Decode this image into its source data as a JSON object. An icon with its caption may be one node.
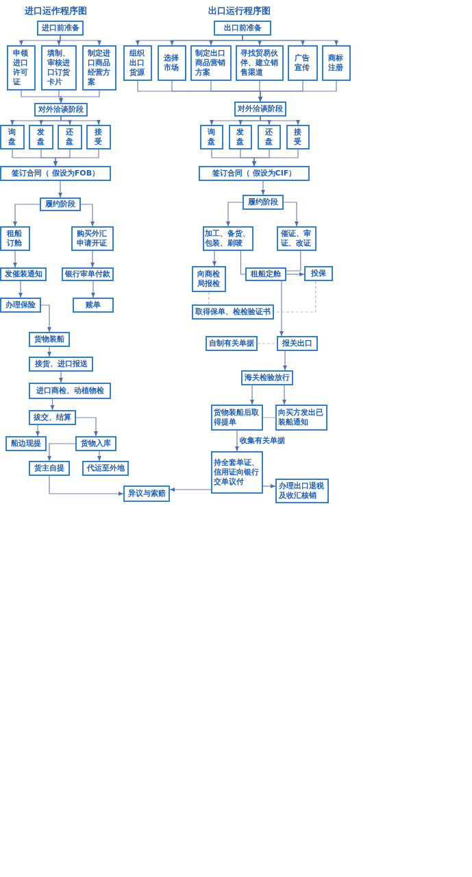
{
  "diagram": {
    "nodes": [
      {
        "text": [
          "进口前准备"
        ]
      },
      {
        "text": [
          "申领进口许可证"
        ]
      },
      {
        "text": [
          "填制、审核进口订货卡片"
        ]
      },
      {
        "text": [
          "制定进口商品经营方案"
        ]
      },
      {
        "text": [
          "对外洽谈阶段"
        ]
      },
      {
        "text": [
          "询盘"
        ]
      },
      {
        "text": [
          "发盘"
        ]
      },
      {
        "text": [
          "还盘"
        ]
      },
      {
        "text": [
          "接受"
        ]
      },
      {
        "text": [
          "签订合同（ 假设为FOB）"
        ]
      },
      {
        "text": [
          "履约阶段"
        ]
      },
      {
        "text": [
          "租船订舱"
        ]
      },
      {
        "text": [
          "购买外汇申请开证"
        ]
      },
      {
        "text": [
          "发催装通知"
        ]
      },
      {
        "text": [
          "银行审单付款"
        ]
      },
      {
        "text": [
          "办理保险"
        ]
      },
      {
        "text": [
          "赎单"
        ]
      },
      {
        "text": [
          "货物装船"
        ]
      },
      {
        "text": [
          "接货、进口报送"
        ]
      },
      {
        "text": [
          "进口商检、动植物检"
        ]
      },
      {
        "text": [
          "拔交、结算"
        ]
      },
      {
        "text": [
          "船边现提"
        ]
      },
      {
        "text": [
          "货物入库"
        ]
      },
      {
        "text": [
          "货主自提"
        ]
      },
      {
        "text": [
          "代运至外地"
        ]
      },
      {
        "text": [
          "异议与索赔"
        ]
      },
      {
        "text": [
          "出口前准备"
        ]
      },
      {
        "text": [
          "组织出口货源"
        ]
      },
      {
        "text": [
          "选择市场"
        ]
      },
      {
        "text": [
          "制定出口商品营销方案"
        ]
      },
      {
        "text": [
          "寻找贸易伙伴、建立销售渠道"
        ]
      },
      {
        "text": [
          "广告宣传"
        ]
      },
      {
        "text": [
          "商标注册"
        ]
      },
      {
        "text": [
          "对外洽谈阶段"
        ]
      },
      {
        "text": [
          "询盘"
        ]
      },
      {
        "text": [
          "发盘"
        ]
      },
      {
        "text": [
          "还盘"
        ]
      },
      {
        "text": [
          "接受"
        ]
      },
      {
        "text": [
          "签订合同（ 假设为CIF）"
        ]
      },
      {
        "text": [
          "履约阶段"
        ]
      },
      {
        "text": [
          "加工、备货、包装、刷唛"
        ]
      },
      {
        "text": [
          "催证、审证、改证"
        ]
      },
      {
        "text": [
          "向商检局报检"
        ]
      },
      {
        "text": [
          "租船定舱"
        ]
      },
      {
        "text": [
          "投保"
        ]
      },
      {
        "text": [
          "取得保单、检检验证书"
        ]
      },
      {
        "text": [
          "自制有关单据"
        ]
      },
      {
        "text": [
          "报关出口"
        ]
      },
      {
        "text": [
          "海关检验放行"
        ]
      },
      {
        "text": [
          "货物装船后取得提单"
        ]
      },
      {
        "text": [
          "向买方发出已装船通知"
        ]
      },
      {
        "text": [
          "持全套单证、信用证向银行交单议付"
        ]
      },
      {
        "text": [
          "办理出口退税及收汇核销"
        ]
      }
    ],
    "edges": [
      {
        "from": 0,
        "to": 1,
        "arrow": "to"
      },
      {
        "from": 0,
        "to": 2,
        "arrow": "to"
      },
      {
        "from": 0,
        "to": 3,
        "arrow": "to"
      },
      {
        "from": 1,
        "to": 4,
        "arrow": "to"
      },
      {
        "from": 2,
        "to": 4,
        "arrow": "to"
      },
      {
        "from": 3,
        "to": 4,
        "arrow": "to"
      },
      {
        "from": 4,
        "to": 5,
        "arrow": "to"
      },
      {
        "from": 4,
        "to": 6,
        "arrow": "to"
      },
      {
        "from": 4,
        "to": 7,
        "arrow": "to"
      },
      {
        "from": 4,
        "to": 8,
        "arrow": "to"
      },
      {
        "from": 5,
        "to": 9,
        "arrow": "to"
      },
      {
        "from": 6,
        "to": 9,
        "arrow": "to"
      },
      {
        "from": 7,
        "to": 9,
        "arrow": "to"
      },
      {
        "from": 8,
        "to": 9,
        "arrow": "to"
      },
      {
        "from": 9,
        "to": 10,
        "arrow": "to"
      },
      {
        "from": 10,
        "to": 11,
        "arrow": "to"
      },
      {
        "from": 10,
        "to": 12,
        "arrow": "to"
      },
      {
        "from": 11,
        "to": 13,
        "arrow": "to"
      },
      {
        "from": 13,
        "to": 15,
        "arrow": "to"
      },
      {
        "from": 12,
        "to": 14,
        "arrow": "to"
      },
      {
        "from": 14,
        "to": 16,
        "arrow": "to"
      },
      {
        "from": 15,
        "to": 17,
        "arrow": "to"
      },
      {
        "from": 17,
        "to": 18,
        "arrow": "to"
      },
      {
        "from": 18,
        "to": 19,
        "arrow": "to"
      },
      {
        "from": 19,
        "to": 20,
        "arrow": "to"
      },
      {
        "from": 20,
        "to": 21,
        "arrow": "to"
      },
      {
        "from": 20,
        "to": 22,
        "arrow": "to"
      },
      {
        "from": 22,
        "to": 23,
        "arrow": "to"
      },
      {
        "from": 22,
        "to": 24,
        "arrow": "to"
      },
      {
        "from": 23,
        "to": 25,
        "arrow": "to"
      },
      {
        "from": 26,
        "to": 27,
        "arrow": "to"
      },
      {
        "from": 26,
        "to": 28,
        "arrow": "to"
      },
      {
        "from": 26,
        "to": 29,
        "arrow": "to"
      },
      {
        "from": 26,
        "to": 30,
        "arrow": "to"
      },
      {
        "from": 26,
        "to": 31,
        "arrow": "to"
      },
      {
        "from": 26,
        "to": 32,
        "arrow": "to"
      },
      {
        "from": 27,
        "to": 33,
        "arrow": "to"
      },
      {
        "from": 28,
        "to": 33,
        "arrow": "to"
      },
      {
        "from": 29,
        "to": 33,
        "arrow": "to"
      },
      {
        "from": 30,
        "to": 33,
        "arrow": "to"
      },
      {
        "from": 31,
        "to": 33,
        "arrow": "to"
      },
      {
        "from": 32,
        "to": 33,
        "arrow": "to"
      },
      {
        "from": 33,
        "to": 34,
        "arrow": "to"
      },
      {
        "from": 33,
        "to": 35,
        "arrow": "to"
      },
      {
        "from": 33,
        "to": 36,
        "arrow": "to"
      },
      {
        "from": 33,
        "to": 37,
        "arrow": "to"
      },
      {
        "from": 34,
        "to": 38,
        "arrow": "to"
      },
      {
        "from": 35,
        "to": 38,
        "arrow": "to"
      },
      {
        "from": 36,
        "to": 38,
        "arrow": "to"
      },
      {
        "from": 37,
        "to": 38,
        "arrow": "to"
      },
      {
        "from": 38,
        "to": 39,
        "arrow": "to"
      },
      {
        "from": 39,
        "to": 40,
        "arrow": "to"
      },
      {
        "from": 39,
        "to": 41,
        "arrow": "to"
      },
      {
        "from": 40,
        "to": 42,
        "arrow": "to"
      },
      {
        "from": 40,
        "to": 43,
        "arrow": "none"
      },
      {
        "from": 41,
        "to": 43,
        "arrow": "none"
      },
      {
        "from": 43,
        "to": 44,
        "arrow": "to"
      },
      {
        "from": 43,
        "to": 47,
        "arrow": "to"
      },
      {
        "from": 42,
        "to": 45,
        "arrow": "none",
        "style": "dashed",
        "color": "#b8b8b8"
      },
      {
        "from": 44,
        "to": 45,
        "arrow": "none",
        "style": "dashed",
        "color": "#b8b8b8"
      },
      {
        "from": 46,
        "to": 47,
        "arrow": "none",
        "style": "dashed",
        "color": "#b8b8b8"
      },
      {
        "from": 47,
        "to": 48,
        "arrow": "to"
      },
      {
        "from": 48,
        "to": 49,
        "arrow": "to"
      },
      {
        "from": 48,
        "to": 50,
        "arrow": "to"
      },
      {
        "from": 49,
        "to": 50,
        "arrow": "none",
        "color": "#b8b8b8"
      },
      {
        "from": 49,
        "to": 51,
        "arrow": "to",
        "label": "收集有关单据"
      },
      {
        "from": 51,
        "to": 52,
        "arrow": "to"
      },
      {
        "from": 51,
        "to": 25,
        "arrow": "to"
      }
    ],
    "labels": [
      "进口运作程序图",
      "出口运行程序图"
    ]
  }
}
